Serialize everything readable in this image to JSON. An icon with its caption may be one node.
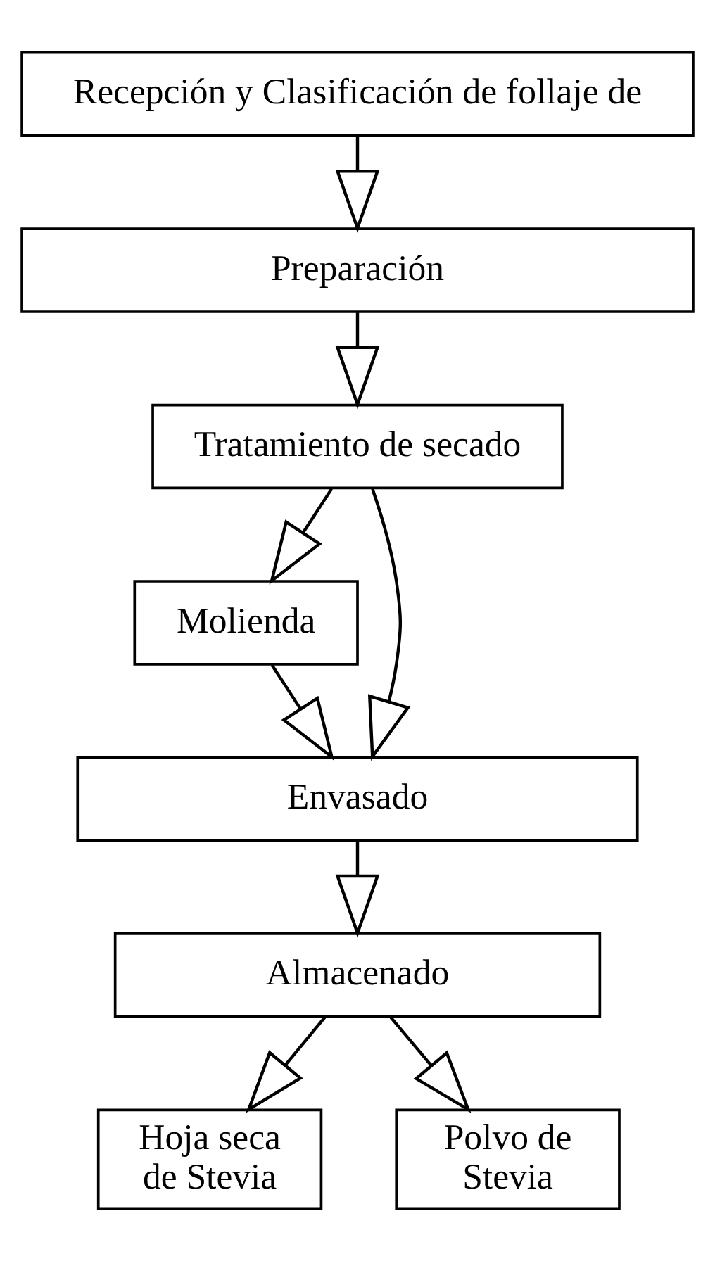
{
  "diagram": {
    "nodes": [
      {
        "text": [
          "Recepción y Clasificación de follaje de"
        ]
      },
      {
        "text": [
          "Preparación"
        ]
      },
      {
        "text": [
          "Tratamiento de secado"
        ]
      },
      {
        "text": [
          "Molienda"
        ]
      },
      {
        "text": [
          "Envasado"
        ]
      },
      {
        "text": [
          "Almacenado"
        ]
      },
      {
        "text": [
          "Hoja seca de Stevia"
        ]
      },
      {
        "text": [
          "Polvo de Stevia"
        ]
      }
    ],
    "edges": [
      {
        "from": 0,
        "to": 1,
        "arrow": "to"
      },
      {
        "from": 1,
        "to": 2,
        "arrow": "to"
      },
      {
        "from": 2,
        "to": 4,
        "arrow": "to"
      },
      {
        "from": 2,
        "to": 3,
        "arrow": "to"
      },
      {
        "from": 3,
        "to": 4,
        "arrow": "to"
      },
      {
        "from": 4,
        "to": 5,
        "arrow": "to"
      },
      {
        "from": 5,
        "to": 6,
        "arrow": "to"
      },
      {
        "from": 5,
        "to": 7,
        "arrow": "to"
      }
    ]
  }
}
